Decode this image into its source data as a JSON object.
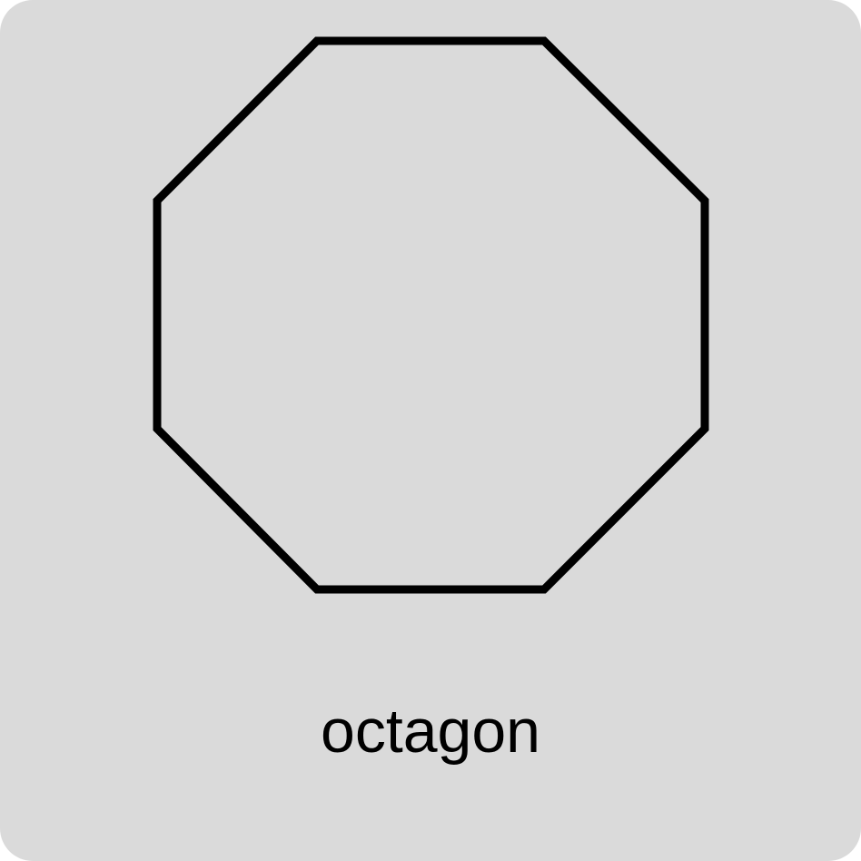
{
  "card": {
    "background_color": "#dadada"
  },
  "shape": {
    "kind": "octagon",
    "stroke_color": "#000000",
    "fill_color": "none"
  },
  "caption": {
    "text": "octagon"
  }
}
